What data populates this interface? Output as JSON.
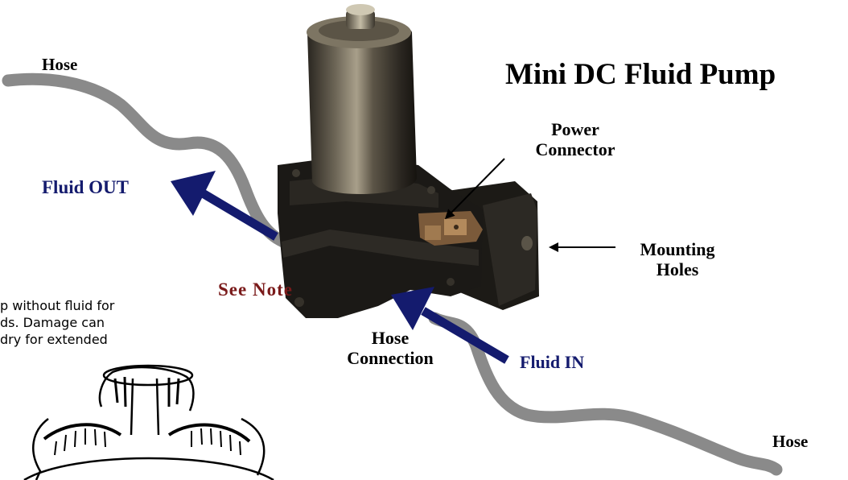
{
  "title": "Mini DC Fluid Pump",
  "labels": {
    "hose_top": "Hose",
    "hose_bottom": "Hose",
    "fluid_out": "Fluid OUT",
    "fluid_in": "Fluid IN",
    "see_note": "See Note",
    "power_connector_line1": "Power",
    "power_connector_line2": "Connector",
    "mounting_holes_line1": "Mounting",
    "mounting_holes_line2": "Holes",
    "hose_connection_line1": "Hose",
    "hose_connection_line2": "Connection"
  },
  "note": {
    "line1": "p without fluid for",
    "line2": "ds. Damage can",
    "line3": "dry for extended"
  },
  "colors": {
    "hose": "#8a8a8a",
    "arrow": "#141b6e",
    "see_note": "#7a1a1a"
  }
}
